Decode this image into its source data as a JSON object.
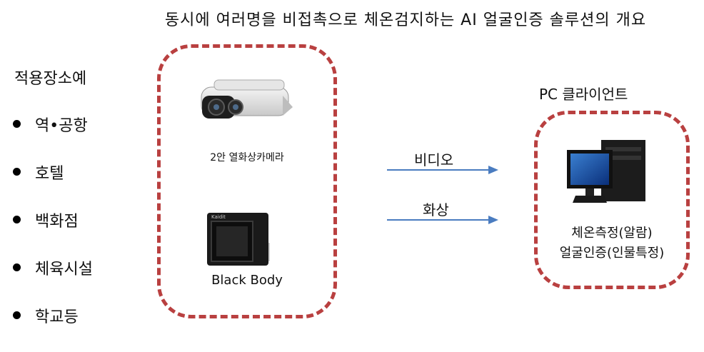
{
  "title": "동시에 여러명을 비접촉으로 체온검지하는 AI 얼굴인증 솔루션의 개요",
  "venues": {
    "heading": "적용장소예",
    "items": [
      "역•공항",
      "호텔",
      "백화점",
      "체육시설",
      "학교등"
    ]
  },
  "devices": {
    "camera_label": "2안 열화상카메라",
    "blackbody_label": "Black Body",
    "blackbody_brand": "Kaidit"
  },
  "flows": {
    "video_label": "비디오",
    "image_label": "화상"
  },
  "pc": {
    "title": "PC 클라이언트",
    "function_1": "체온측정(알람)",
    "function_2": "얼굴인증(인물특정)"
  },
  "colors": {
    "box_border": "#b94040",
    "arrow": "#4a7cc0"
  }
}
